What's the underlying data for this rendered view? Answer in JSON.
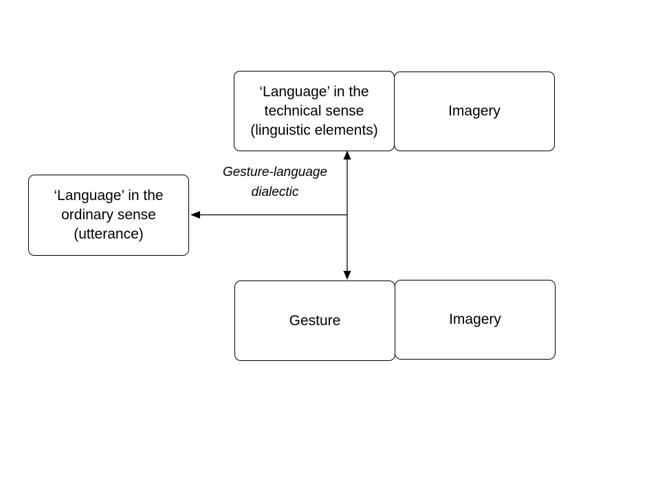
{
  "diagram": {
    "technical_box": {
      "lines": [
        "‘Language’ in the",
        "technical sense",
        "(linguistic elements)"
      ]
    },
    "imagery_top_box": {
      "label": "Imagery"
    },
    "ordinary_box": {
      "lines": [
        "‘Language’ in the",
        "ordinary sense",
        "(utterance)"
      ]
    },
    "gesture_box": {
      "label": "Gesture"
    },
    "imagery_bottom_box": {
      "label": "Imagery"
    },
    "dialectic_label": {
      "lines": [
        "Gesture-language",
        "dialectic"
      ]
    },
    "colors": {
      "stroke": "#000000",
      "background": "#ffffff"
    }
  }
}
